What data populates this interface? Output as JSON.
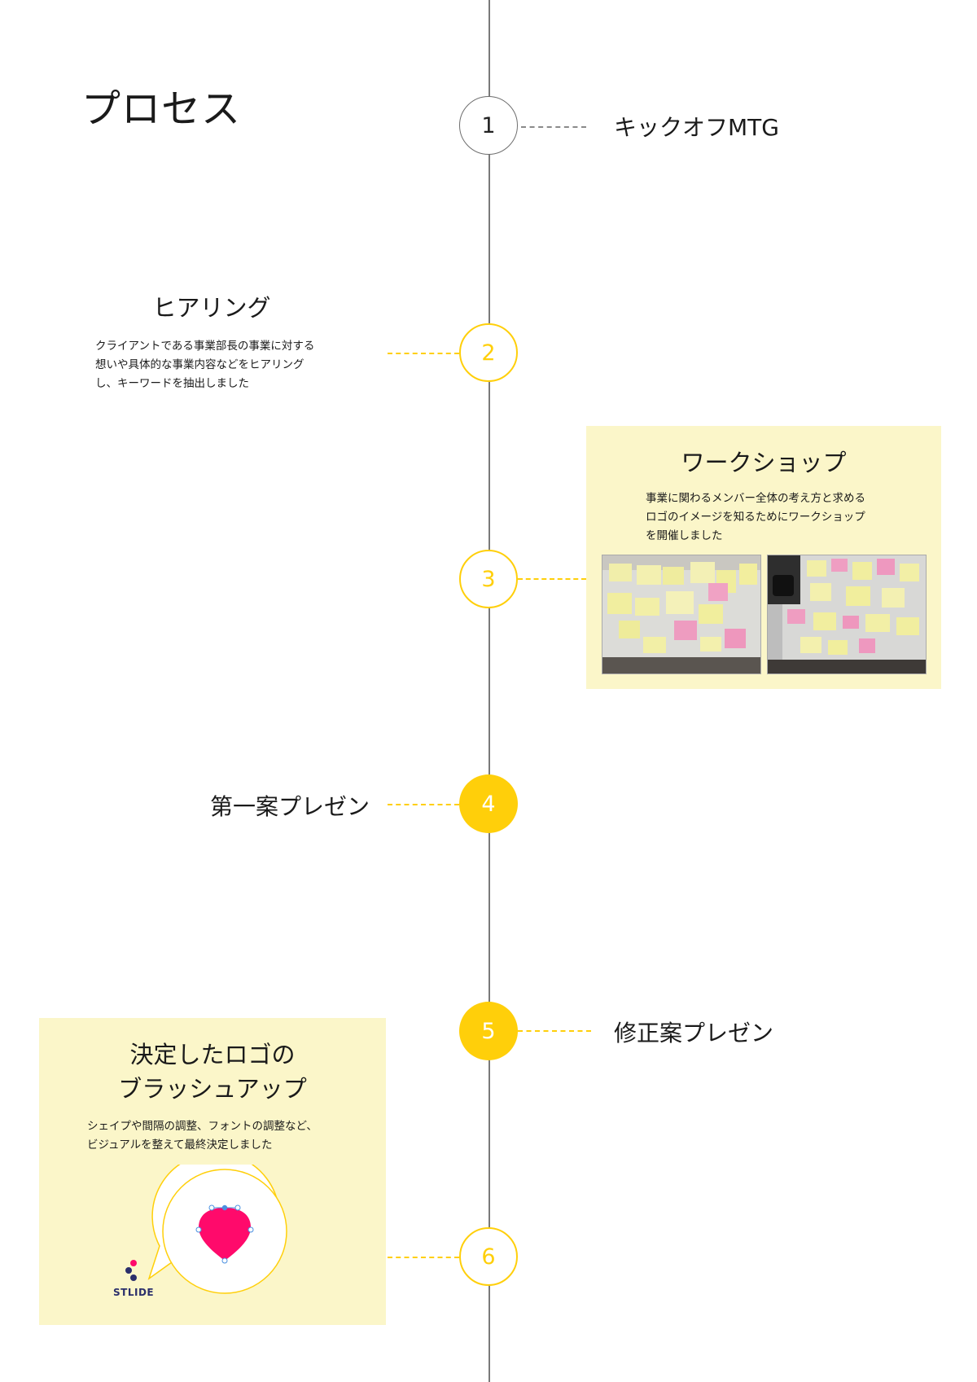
{
  "title": "プロセス",
  "steps": [
    {
      "number": "1",
      "label": "キックオフMTG"
    },
    {
      "number": "2",
      "heading": "ヒアリング",
      "lines": [
        "クライアントである事業部長の事業に対する",
        "想いや具体的な事業内容などをヒアリング",
        "し、キーワードを抽出しました"
      ]
    },
    {
      "number": "3",
      "heading": "ワークショップ",
      "lines": [
        "事業に関わるメンバー全体の考え方と求める",
        "ロゴのイメージを知るためにワークショップ",
        "を開催しました"
      ]
    },
    {
      "number": "4",
      "label": "第一案プレゼン"
    },
    {
      "number": "5",
      "label": "修正案プレゼン"
    },
    {
      "number": "6",
      "heading_lines": [
        "決定したロゴの",
        "ブラッシュアップ"
      ],
      "lines": [
        "シェイプや間隔の調整、フォントの調整など、",
        "ビジュアルを整えて最終決定しました"
      ],
      "logo_text": "STLIDE"
    }
  ],
  "colors": {
    "accent": "#ffcf0a",
    "card_bg": "#fbf6c9",
    "line": "#7a7a7a",
    "logo_pink": "#ff0a6b",
    "logo_navy": "#2b2f6b"
  },
  "icons": [
    "workshop-photo-1",
    "workshop-photo-2",
    "logo-bezier-shape",
    "stlide-logo-icon"
  ]
}
